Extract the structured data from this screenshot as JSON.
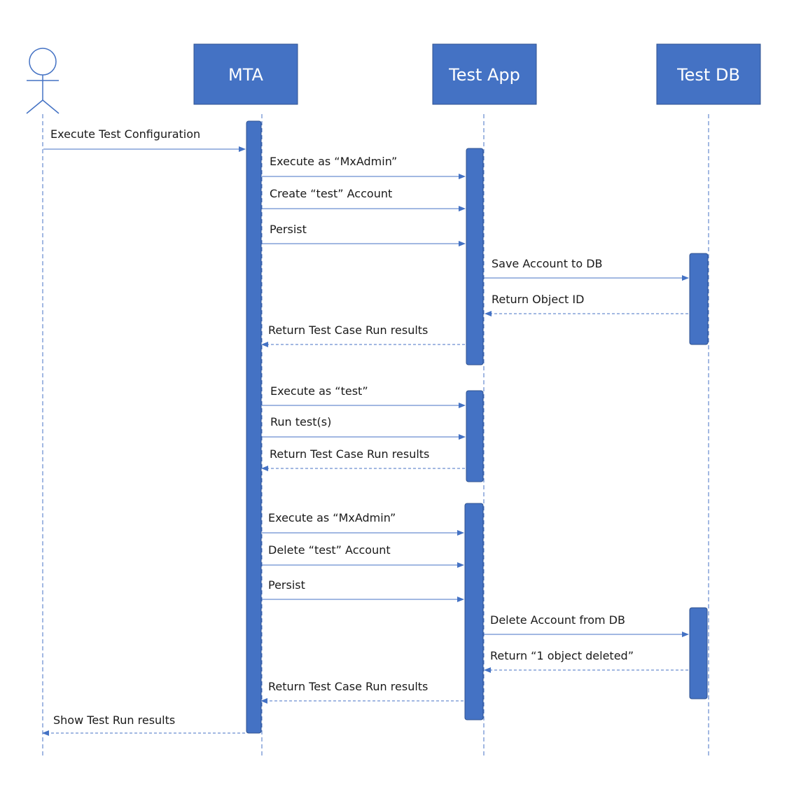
{
  "colors": {
    "box": "#4472C4",
    "box_border": "#2F528F",
    "line": "#4472C4",
    "text": "#1a1a1a"
  },
  "participants": [
    {
      "id": "user",
      "type": "actor",
      "label": ""
    },
    {
      "id": "mta",
      "type": "box",
      "label": "MTA"
    },
    {
      "id": "app",
      "type": "box",
      "label": "Test App"
    },
    {
      "id": "db",
      "type": "box",
      "label": "Test DB"
    }
  ],
  "messages": [
    {
      "from": "user",
      "to": "mta",
      "label": "Execute Test Configuration",
      "style": "solid"
    },
    {
      "from": "mta",
      "to": "app",
      "label": "Execute as “MxAdmin”",
      "style": "solid"
    },
    {
      "from": "mta",
      "to": "app",
      "label": "Create “test” Account",
      "style": "solid"
    },
    {
      "from": "mta",
      "to": "app",
      "label": "Persist",
      "style": "solid"
    },
    {
      "from": "app",
      "to": "db",
      "label": "Save Account to DB",
      "style": "solid"
    },
    {
      "from": "db",
      "to": "app",
      "label": "Return Object ID",
      "style": "dashed"
    },
    {
      "from": "app",
      "to": "mta",
      "label": "Return Test Case Run results",
      "style": "dashed"
    },
    {
      "from": "mta",
      "to": "app",
      "label": "Execute as “test”",
      "style": "solid"
    },
    {
      "from": "mta",
      "to": "app",
      "label": "Run test(s)",
      "style": "solid"
    },
    {
      "from": "app",
      "to": "mta",
      "label": "Return Test Case Run results",
      "style": "dashed"
    },
    {
      "from": "mta",
      "to": "app",
      "label": "Execute as “MxAdmin”",
      "style": "solid"
    },
    {
      "from": "mta",
      "to": "app",
      "label": "Delete “test” Account",
      "style": "solid"
    },
    {
      "from": "mta",
      "to": "app",
      "label": "Persist",
      "style": "solid"
    },
    {
      "from": "app",
      "to": "db",
      "label": "Delete Account from DB",
      "style": "solid"
    },
    {
      "from": "db",
      "to": "app",
      "label": "Return “1 object deleted”",
      "style": "dashed"
    },
    {
      "from": "app",
      "to": "mta",
      "label": "Return Test Case Run results",
      "style": "dashed"
    },
    {
      "from": "mta",
      "to": "user",
      "label": "Show Test Run results",
      "style": "dashed"
    }
  ]
}
